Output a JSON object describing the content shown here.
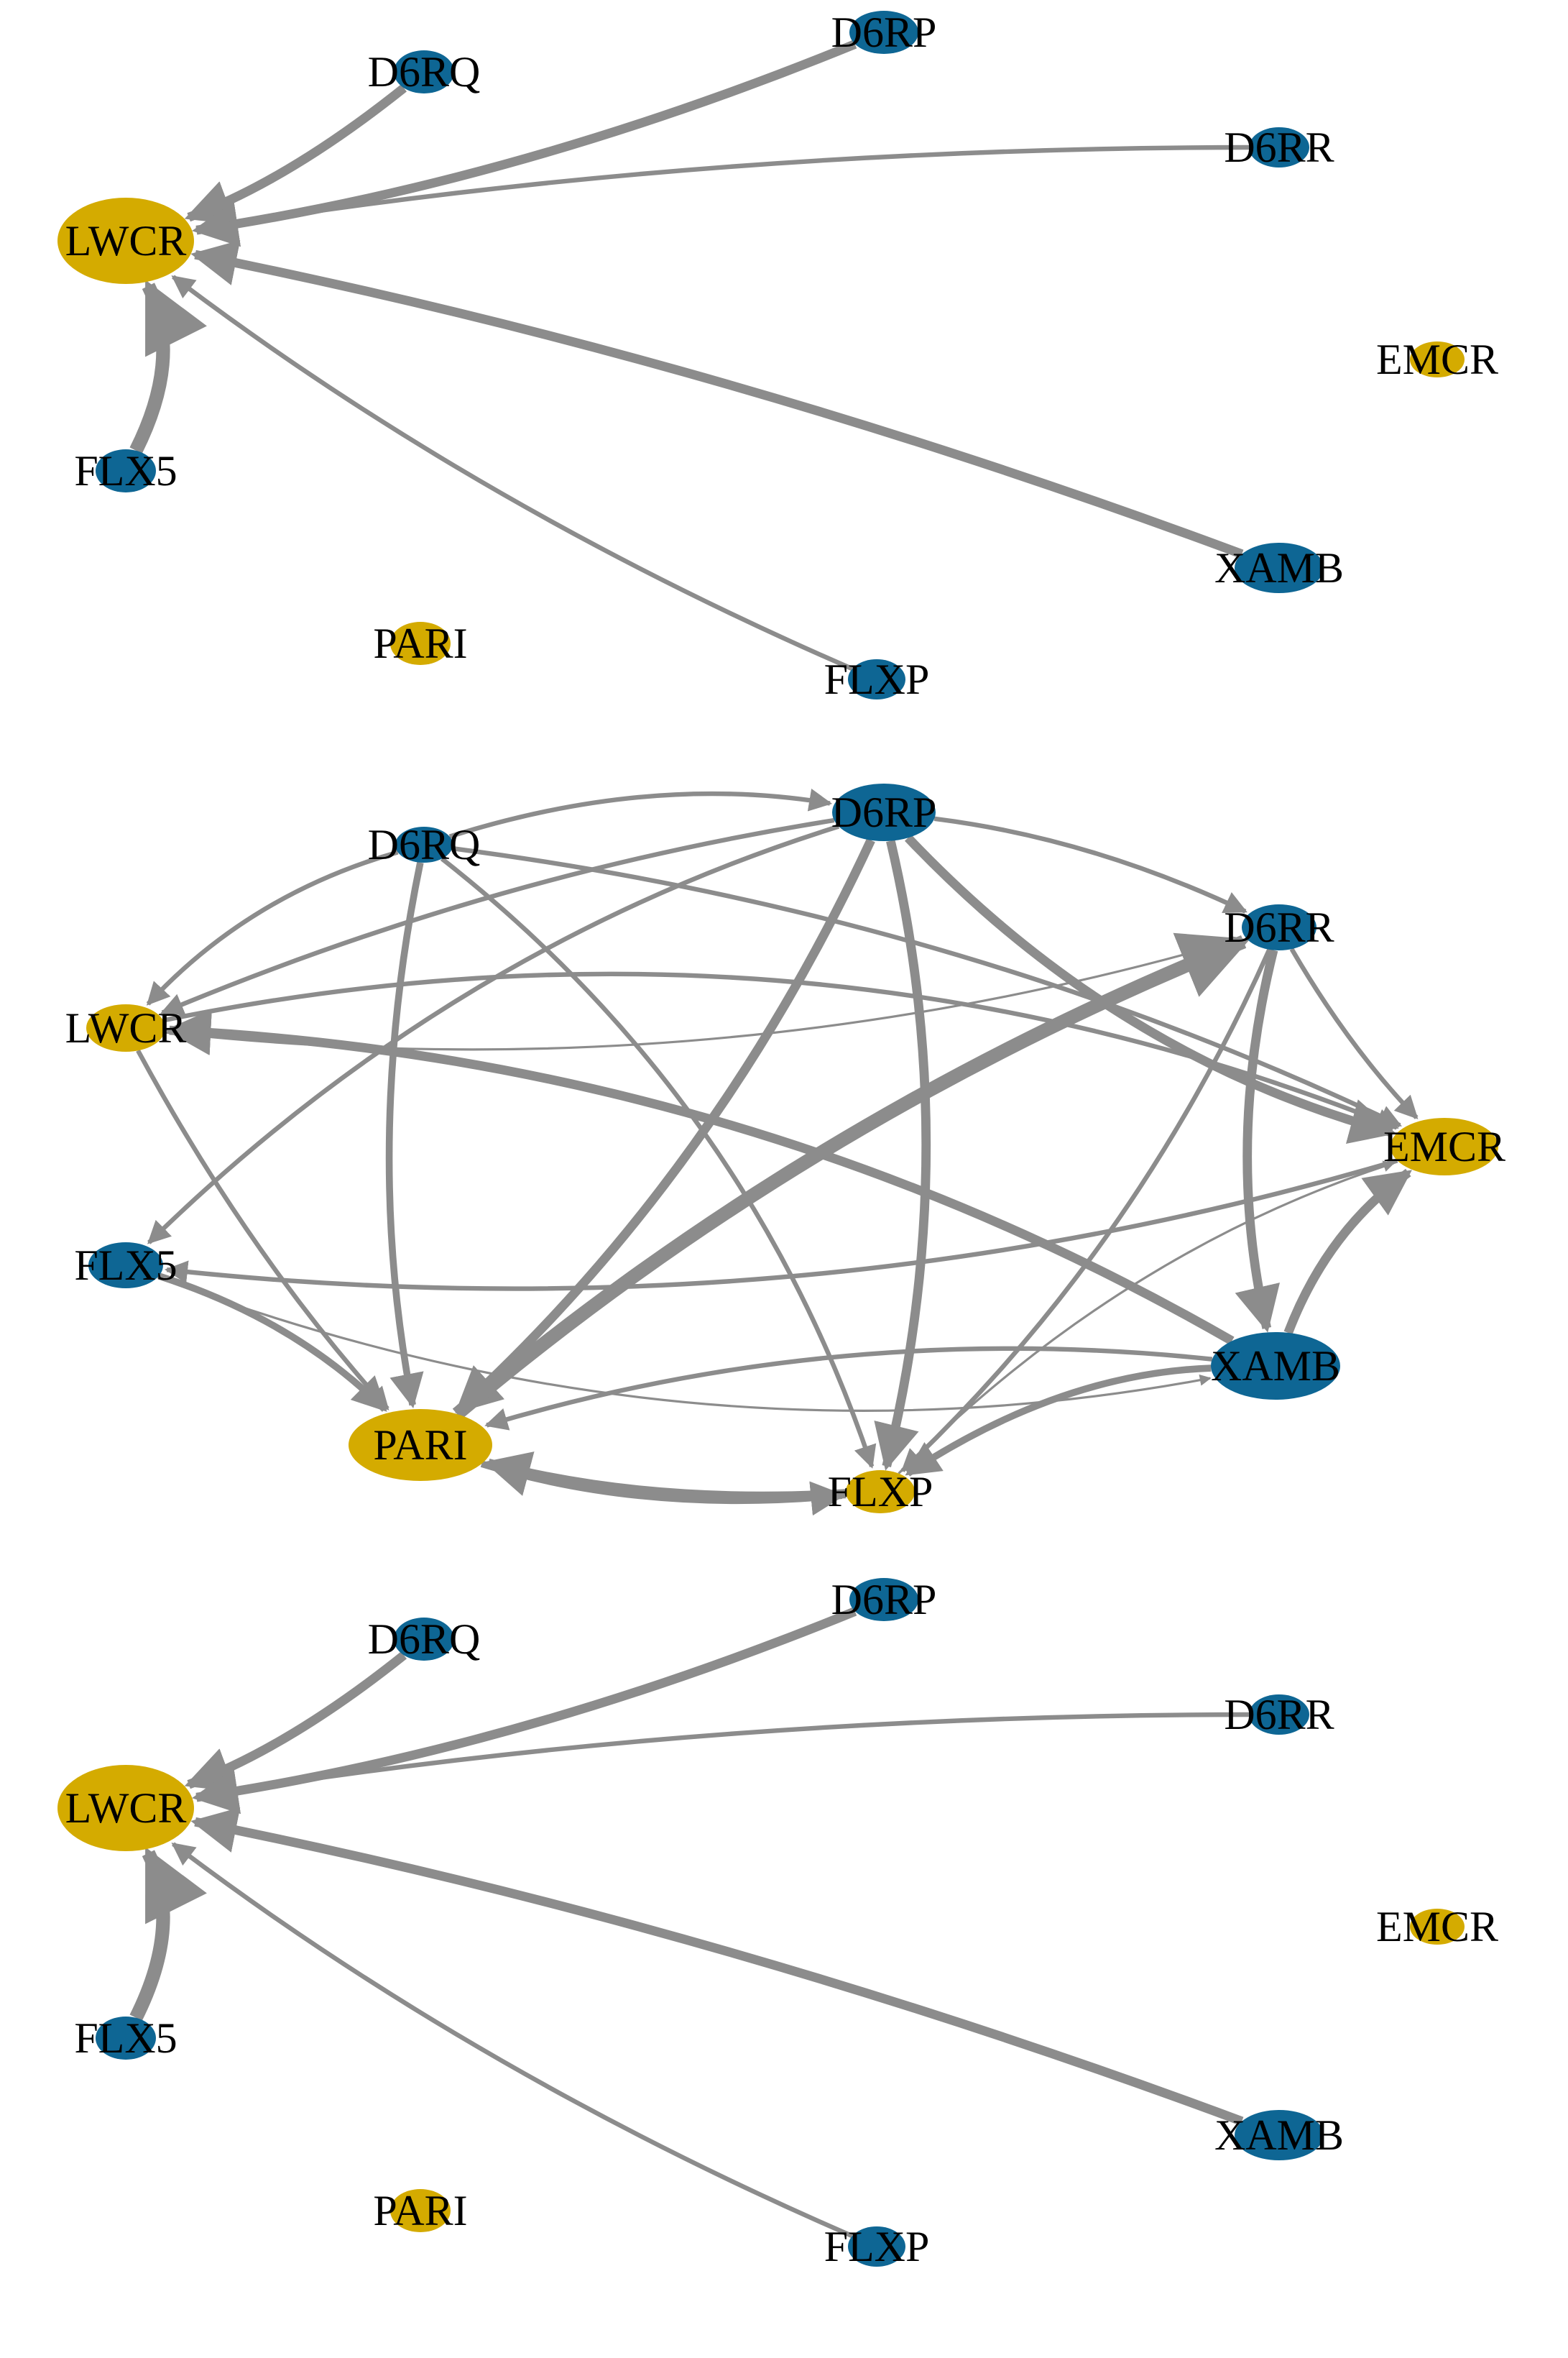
{
  "colors": {
    "blue": "#0e6694",
    "gold": "#d4ab00",
    "edge": "#8c8c8c",
    "background": "#ffffff"
  },
  "networks": [
    {
      "nodes": [
        {
          "id": "D6RQ",
          "label": "D6RQ",
          "color": "blue"
        },
        {
          "id": "D6RP",
          "label": "D6RP",
          "color": "blue"
        },
        {
          "id": "D6RR",
          "label": "D6RR",
          "color": "blue"
        },
        {
          "id": "LWCR",
          "label": "LWCR",
          "color": "gold"
        },
        {
          "id": "EMCR",
          "label": "EMCR",
          "color": "gold"
        },
        {
          "id": "FLX5",
          "label": "FLX5",
          "color": "blue"
        },
        {
          "id": "XAMB",
          "label": "XAMB",
          "color": "blue"
        },
        {
          "id": "PARI",
          "label": "PARI",
          "color": "gold"
        },
        {
          "id": "FLXP",
          "label": "FLXP",
          "color": "blue"
        }
      ],
      "edges": [
        {
          "from": "D6RQ",
          "to": "LWCR",
          "weight": 4
        },
        {
          "from": "D6RP",
          "to": "LWCR",
          "weight": 4
        },
        {
          "from": "D6RR",
          "to": "LWCR",
          "weight": 2
        },
        {
          "from": "FLX5",
          "to": "LWCR",
          "weight": 6
        },
        {
          "from": "XAMB",
          "to": "LWCR",
          "weight": 4
        },
        {
          "from": "FLXP",
          "to": "LWCR",
          "weight": 2
        }
      ]
    },
    {
      "nodes": [
        {
          "id": "D6RQ",
          "label": "D6RQ",
          "color": "blue"
        },
        {
          "id": "D6RP",
          "label": "D6RP",
          "color": "blue"
        },
        {
          "id": "D6RR",
          "label": "D6RR",
          "color": "blue"
        },
        {
          "id": "LWCR",
          "label": "LWCR",
          "color": "gold"
        },
        {
          "id": "EMCR",
          "label": "EMCR",
          "color": "gold"
        },
        {
          "id": "FLX5",
          "label": "FLX5",
          "color": "blue"
        },
        {
          "id": "XAMB",
          "label": "XAMB",
          "color": "blue"
        },
        {
          "id": "PARI",
          "label": "PARI",
          "color": "gold"
        },
        {
          "id": "FLXP",
          "label": "FLXP",
          "color": "gold"
        }
      ],
      "edges": [
        {
          "from": "D6RQ",
          "to": "D6RP",
          "weight": 2
        },
        {
          "from": "D6RQ",
          "to": "LWCR",
          "weight": 2
        },
        {
          "from": "D6RQ",
          "to": "EMCR",
          "weight": 2
        },
        {
          "from": "D6RQ",
          "to": "PARI",
          "weight": 3
        },
        {
          "from": "D6RQ",
          "to": "FLXP",
          "weight": 2
        },
        {
          "from": "D6RP",
          "to": "LWCR",
          "weight": 2
        },
        {
          "from": "D6RP",
          "to": "FLX5",
          "weight": 2
        },
        {
          "from": "D6RP",
          "to": "PARI",
          "weight": 4
        },
        {
          "from": "D6RP",
          "to": "FLXP",
          "weight": 4
        },
        {
          "from": "D6RP",
          "to": "EMCR",
          "weight": 4
        },
        {
          "from": "D6RP",
          "to": "D6RR",
          "weight": 2
        },
        {
          "from": "LWCR",
          "to": "D6RR",
          "weight": 1
        },
        {
          "from": "LWCR",
          "to": "EMCR",
          "weight": 2
        },
        {
          "from": "LWCR",
          "to": "PARI",
          "weight": 2
        },
        {
          "from": "XAMB",
          "to": "LWCR",
          "weight": 4
        },
        {
          "from": "EMCR",
          "to": "FLX5",
          "weight": 2
        },
        {
          "from": "FLX5",
          "to": "PARI",
          "weight": 3
        },
        {
          "from": "FLX5",
          "to": "XAMB",
          "weight": 1
        },
        {
          "from": "PARI",
          "to": "D6RR",
          "weight": 6
        },
        {
          "from": "XAMB",
          "to": "PARI",
          "weight": 2
        },
        {
          "from": "XAMB",
          "to": "EMCR",
          "weight": 4
        },
        {
          "from": "D6RR",
          "to": "EMCR",
          "weight": 2
        },
        {
          "from": "D6RR",
          "to": "XAMB",
          "weight": 4
        },
        {
          "from": "D6RR",
          "to": "FLXP",
          "weight": 2
        },
        {
          "from": "FLXP",
          "to": "EMCR",
          "weight": 1
        },
        {
          "from": "XAMB",
          "to": "FLXP",
          "weight": 3
        },
        {
          "from": "FLXP",
          "to": "PARI",
          "weight": 4
        },
        {
          "from": "PARI",
          "to": "FLXP",
          "weight": 3
        }
      ]
    },
    {
      "nodes": [
        {
          "id": "D6RQ",
          "label": "D6RQ",
          "color": "blue"
        },
        {
          "id": "D6RP",
          "label": "D6RP",
          "color": "blue"
        },
        {
          "id": "D6RR",
          "label": "D6RR",
          "color": "blue"
        },
        {
          "id": "LWCR",
          "label": "LWCR",
          "color": "gold"
        },
        {
          "id": "EMCR",
          "label": "EMCR",
          "color": "gold"
        },
        {
          "id": "FLX5",
          "label": "FLX5",
          "color": "blue"
        },
        {
          "id": "XAMB",
          "label": "XAMB",
          "color": "blue"
        },
        {
          "id": "PARI",
          "label": "PARI",
          "color": "gold"
        },
        {
          "id": "FLXP",
          "label": "FLXP",
          "color": "blue"
        }
      ],
      "edges": [
        {
          "from": "D6RQ",
          "to": "LWCR",
          "weight": 4
        },
        {
          "from": "D6RP",
          "to": "LWCR",
          "weight": 4
        },
        {
          "from": "D6RR",
          "to": "LWCR",
          "weight": 2
        },
        {
          "from": "FLX5",
          "to": "LWCR",
          "weight": 6
        },
        {
          "from": "XAMB",
          "to": "LWCR",
          "weight": 4
        },
        {
          "from": "FLXP",
          "to": "LWCR",
          "weight": 2
        }
      ]
    }
  ]
}
